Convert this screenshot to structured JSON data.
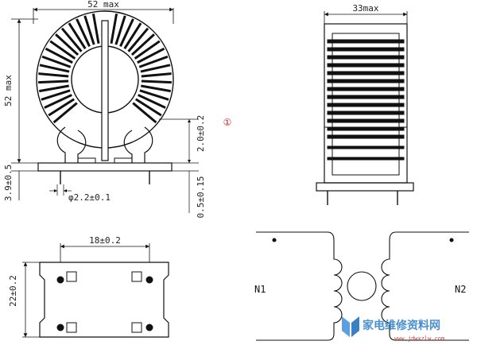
{
  "front_view": {
    "width_label": "52 max",
    "height_label": "52 max",
    "base_label": "3.9±0.5",
    "pin_dia_label": "φ2.2±0.1",
    "lead_len_label": "2.0±0.2",
    "lead_gap_label": "0.5±0.15"
  },
  "marker": "①",
  "side_view": {
    "width_label": "33max"
  },
  "bottom_view": {
    "pin_spacing_label": "18±0.2",
    "pin_span_label": "22±0.2"
  },
  "schematic": {
    "left_label": "N1",
    "right_label": "N2"
  },
  "watermark": {
    "text": "家电维修资料网",
    "url": "www.jdwxzlw.com"
  },
  "colors": {
    "line": "#111111",
    "winding": "#111111",
    "marker": "#cc2222",
    "watermark": "#4a8fd0"
  }
}
